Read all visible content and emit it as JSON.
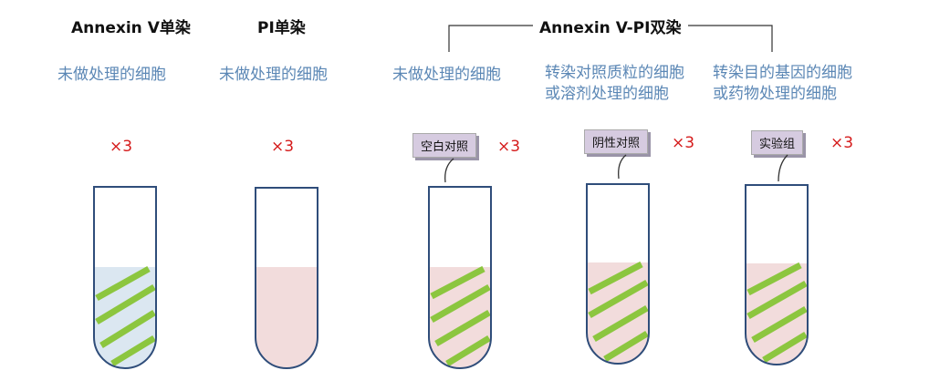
{
  "columns": [
    {
      "title": "Annexin V单染",
      "cells": "未做处理的细胞",
      "replicates": "×3"
    },
    {
      "title": "PI单染",
      "cells": "未做处理的细胞",
      "replicates": "×3"
    },
    {
      "cells": "未做处理的细胞",
      "tag": "空白对照",
      "replicates": "×3"
    },
    {
      "cells_line1": "转染对照质粒的细胞",
      "cells_line2": "或溶剂处理的细胞",
      "tag": "阴性对照",
      "replicates": "×3"
    },
    {
      "cells_line1": "转染目的基因的细胞",
      "cells_line2": "或药物处理的细胞",
      "tag": "实验组",
      "replicates": "×3"
    }
  ],
  "group_title": "Annexin V-PI双染",
  "colors": {
    "tube_outline": "#2f4d7a",
    "annexin_fill": "#dbe7f1",
    "pi_fill": "#f2dcdc",
    "stripe_green": "#8cc63f",
    "desc_text": "#5b87b5",
    "replicate_red": "#d51b1b",
    "tag_fill": "#d6cbe0"
  }
}
